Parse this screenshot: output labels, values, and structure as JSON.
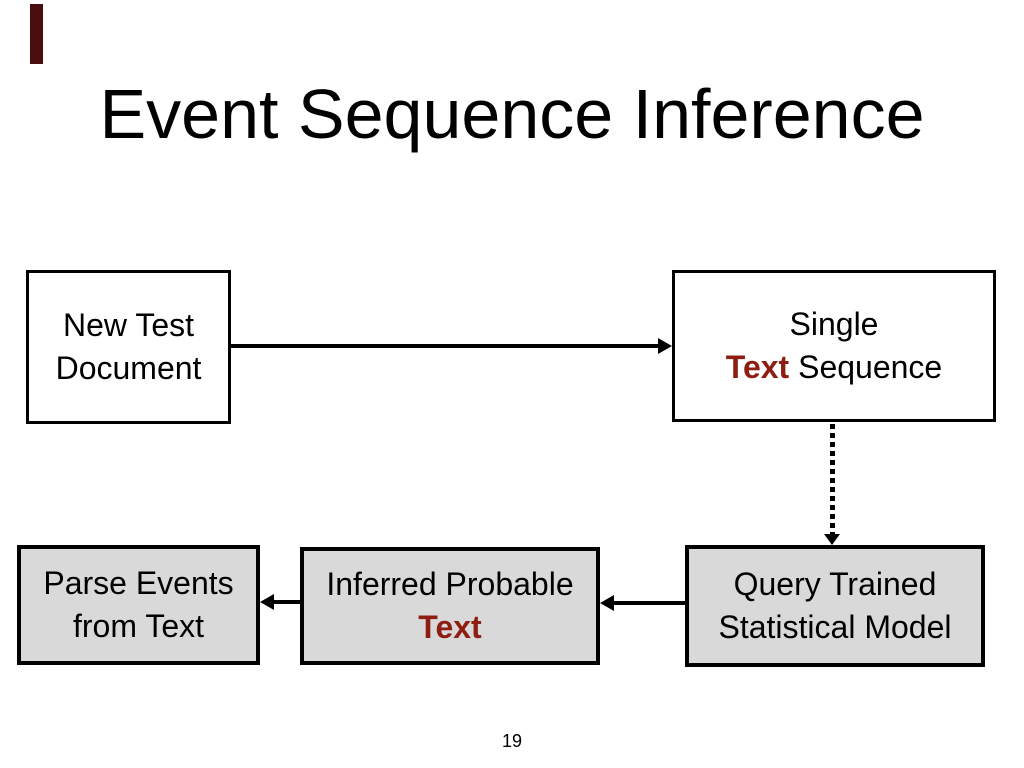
{
  "slide": {
    "title": "Event Sequence Inference",
    "page_number": "19"
  },
  "colors": {
    "accent_red": "#8e1d12",
    "box_gray": "#d9d9d9",
    "box_border": "#000000",
    "ribbon": "#4a0d0d",
    "background": "#ffffff"
  },
  "boxes": {
    "new_test_document": {
      "line1": "New Test",
      "line2": "Document"
    },
    "single_text_sequence": {
      "line1": "Single",
      "line2_red": "Text",
      "line2_rest": " Sequence"
    },
    "parse_events_from_text": {
      "line1": "Parse Events",
      "line2": "from Text"
    },
    "inferred_probable_text": {
      "line1": "Inferred Probable",
      "line2_red": "Text"
    },
    "query_trained_statistical_model": {
      "line1": "Query Trained",
      "line2": "Statistical Model"
    }
  },
  "arrows": [
    {
      "name": "new-test-document-to-single-text-sequence",
      "style": "solid",
      "direction": "right"
    },
    {
      "name": "single-text-sequence-to-query-trained-model",
      "style": "dotted",
      "direction": "down"
    },
    {
      "name": "query-trained-model-to-inferred-probable-text",
      "style": "solid",
      "direction": "left"
    },
    {
      "name": "inferred-probable-text-to-parse-events",
      "style": "solid",
      "direction": "left"
    }
  ]
}
